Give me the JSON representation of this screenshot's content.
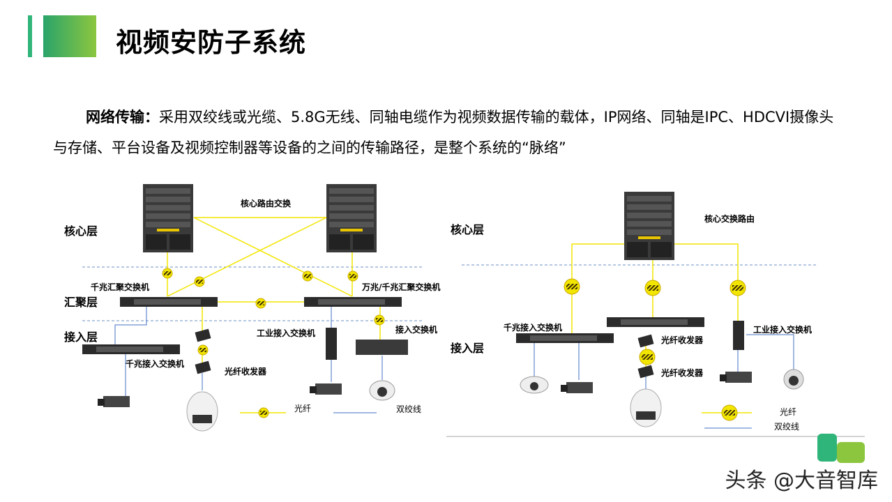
{
  "header": {
    "title": "视频安防子系统",
    "accent_colors": [
      "#2fb57a",
      "#8cc63f"
    ]
  },
  "intro": {
    "lead": "网络传输：",
    "text": "采用双绞线或光缆、5.8G无线、同轴电缆作为视频数据传输的载体，IP网络、同轴是IPC、HDCVI摄像头与存储、平台设备及视频控制器等设备的之间的传输路径，是整个系统的“脉络”"
  },
  "left_diagram": {
    "layers": {
      "core": "核心层",
      "aggregation": "汇聚层",
      "access": "接入层"
    },
    "core_label": "核心路由交换",
    "agg_left": "千兆汇聚交换机",
    "agg_right": "万兆/千兆汇聚交换机",
    "industrial_switch": "工业接入交换机",
    "access_switch": "接入交换机",
    "gig_access_switch": "千兆接入交换机",
    "fiber_transceiver": "光纤收发器",
    "legend_fiber": "光纤",
    "legend_twisted": "双绞线"
  },
  "right_diagram": {
    "layers": {
      "core": "核心层",
      "access": "接入层"
    },
    "core_label": "核心交换路由",
    "gig_access_switch": "千兆接入交换机",
    "industrial_switch": "工业接入交换机",
    "fiber_transceiver_1": "光纤收发器",
    "fiber_transceiver_2": "光纤收发器",
    "legend_fiber": "光纤",
    "legend_twisted": "双绞线"
  },
  "watermark": "头条 @大音智库",
  "colors": {
    "fiber": "#f2e600",
    "twisted": "#4472c4",
    "dashed": "#6b8fc6",
    "device": "#2b2b2b"
  }
}
